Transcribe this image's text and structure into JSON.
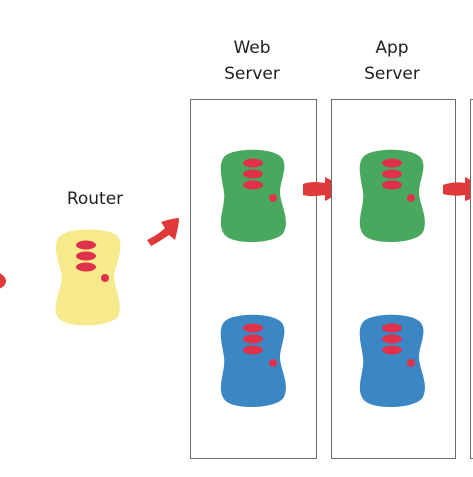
{
  "router": {
    "label": "Router",
    "color": "#f7ea8c"
  },
  "web_server": {
    "label_line1": "Web",
    "label_line2": "Server"
  },
  "app_server": {
    "label_line1": "App",
    "label_line2": "Server"
  },
  "colors": {
    "green_node": "#48a85e",
    "blue_node": "#3b87c4",
    "yellow_node": "#f7ea8c",
    "dot": "#e0314b",
    "arrow": "#e0393a",
    "panel_border": "#6a6a6a"
  }
}
